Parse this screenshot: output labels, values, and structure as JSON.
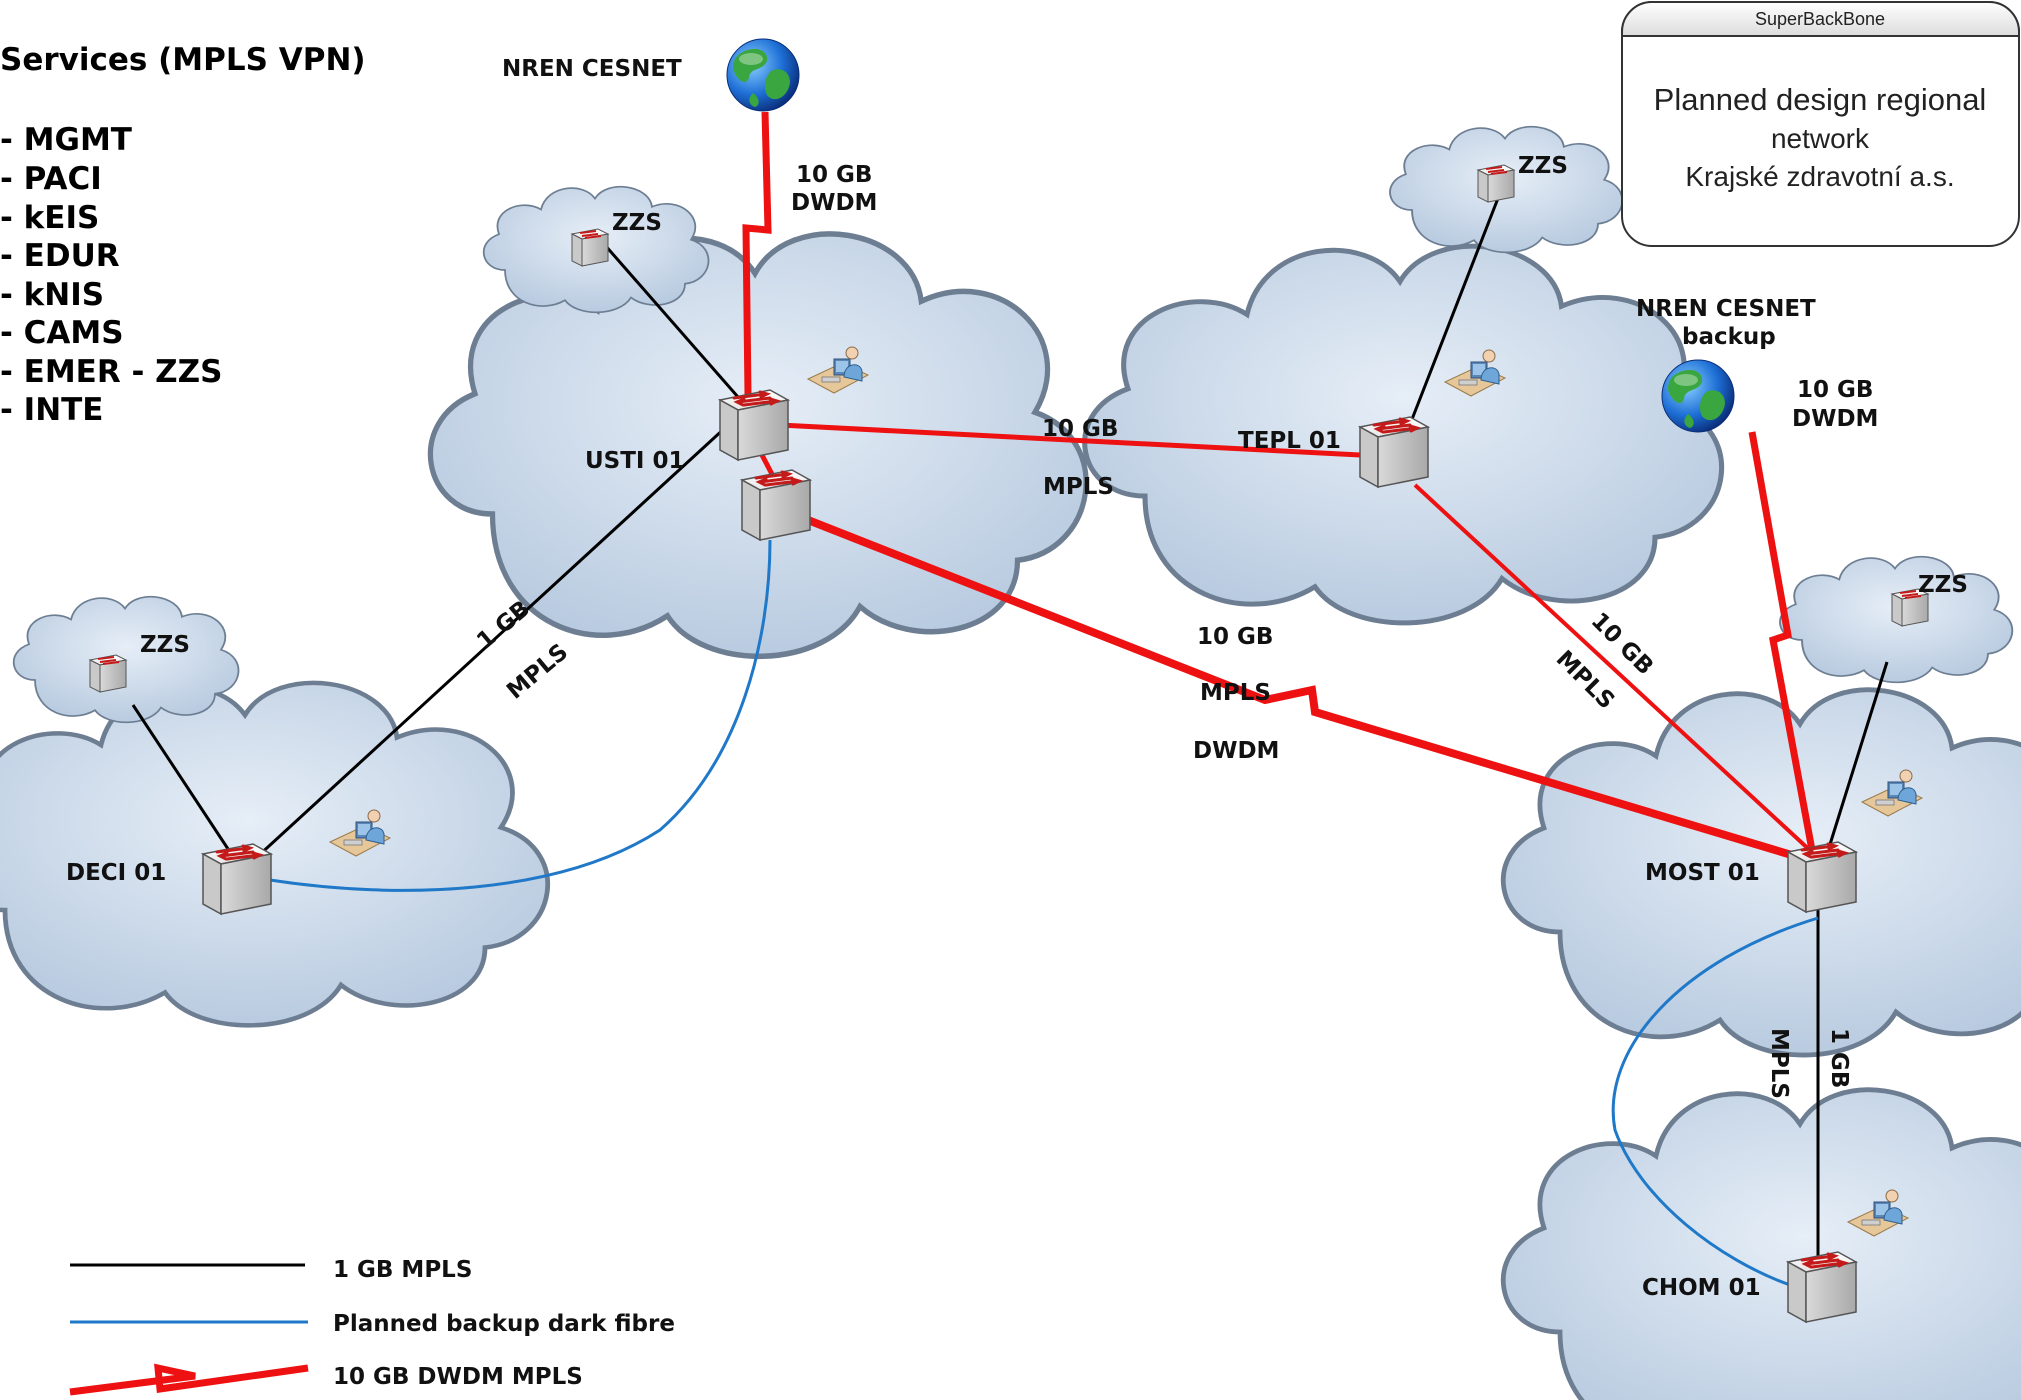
{
  "services": {
    "title": "Services (MPLS VPN)",
    "items": [
      "- MGMT",
      "- PACI",
      "- kEIS",
      "- EDUR",
      "- kNIS",
      "- CAMS",
      "- EMER - ZZS",
      "- INTE"
    ]
  },
  "title_box": {
    "header": "SuperBackBone",
    "line1": "Planned design regional",
    "line2": "network",
    "line3": "Krajské zdravotní a.s."
  },
  "internet": {
    "primary": {
      "name": "NREN CESNET",
      "speed": "10 GB",
      "type": "DWDM",
      "icon": "globe-icon"
    },
    "backup": {
      "name1": "NREN CESNET",
      "name2": "backup",
      "speed": "10 GB",
      "type": "DWDM",
      "icon": "globe-icon"
    }
  },
  "nodes": {
    "usti": "USTI 01",
    "tepl": "TEPL 01",
    "deci": "DECI 01",
    "most": "MOST 01",
    "chom": "CHOM 01",
    "zzs": "ZZS"
  },
  "links": {
    "usti_tepl": {
      "speed": "10 GB",
      "type": "MPLS"
    },
    "usti_most": {
      "speed": "10 GB",
      "type": "MPLS",
      "extra": "DWDM"
    },
    "tepl_most": {
      "speed": "10 GB",
      "type": "MPLS"
    },
    "usti_deci": {
      "speed": "1 GB",
      "type": "MPLS"
    },
    "most_chom": {
      "speed": "1 GB",
      "type": "MPLS"
    }
  },
  "legend": {
    "mpls_1gb": "1 GB MPLS",
    "dark_fibre": "Planned backup  dark fibre",
    "dwdm": "10 GB DWDM MPLS"
  },
  "colors": {
    "mpls_1gb": "#000000",
    "dark_fibre": "#1f78c8",
    "dwdm": "#ee1111",
    "cloud_fill": "#c9d8ea",
    "cloud_stroke": "#6d7e93"
  }
}
